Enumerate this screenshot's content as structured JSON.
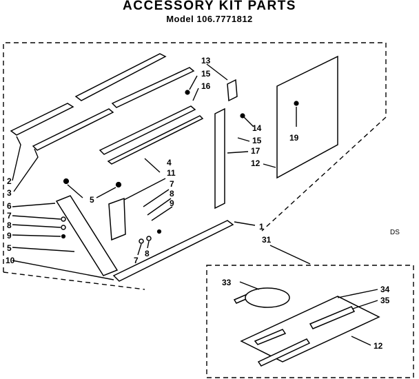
{
  "header": {
    "title": "ACCESSORY KIT PARTS",
    "model": "Model 106.7771812"
  },
  "code": "DS",
  "callouts": {
    "c1": "1",
    "c2": "2",
    "c3": "3",
    "c4": "4",
    "c5a": "5",
    "c5b": "5",
    "c6": "6",
    "c7a": "7",
    "c7b": "7",
    "c7c": "7",
    "c8a": "8",
    "c8b": "8",
    "c8c": "8",
    "c9a": "9",
    "c9b": "9",
    "c10": "10",
    "c11": "11",
    "c12a": "12",
    "c12b": "12",
    "c13": "13",
    "c14": "14",
    "c15a": "15",
    "c15b": "15",
    "c16": "16",
    "c17": "17",
    "c19": "19",
    "c31": "31",
    "c33": "33",
    "c34": "34",
    "c35": "35"
  }
}
